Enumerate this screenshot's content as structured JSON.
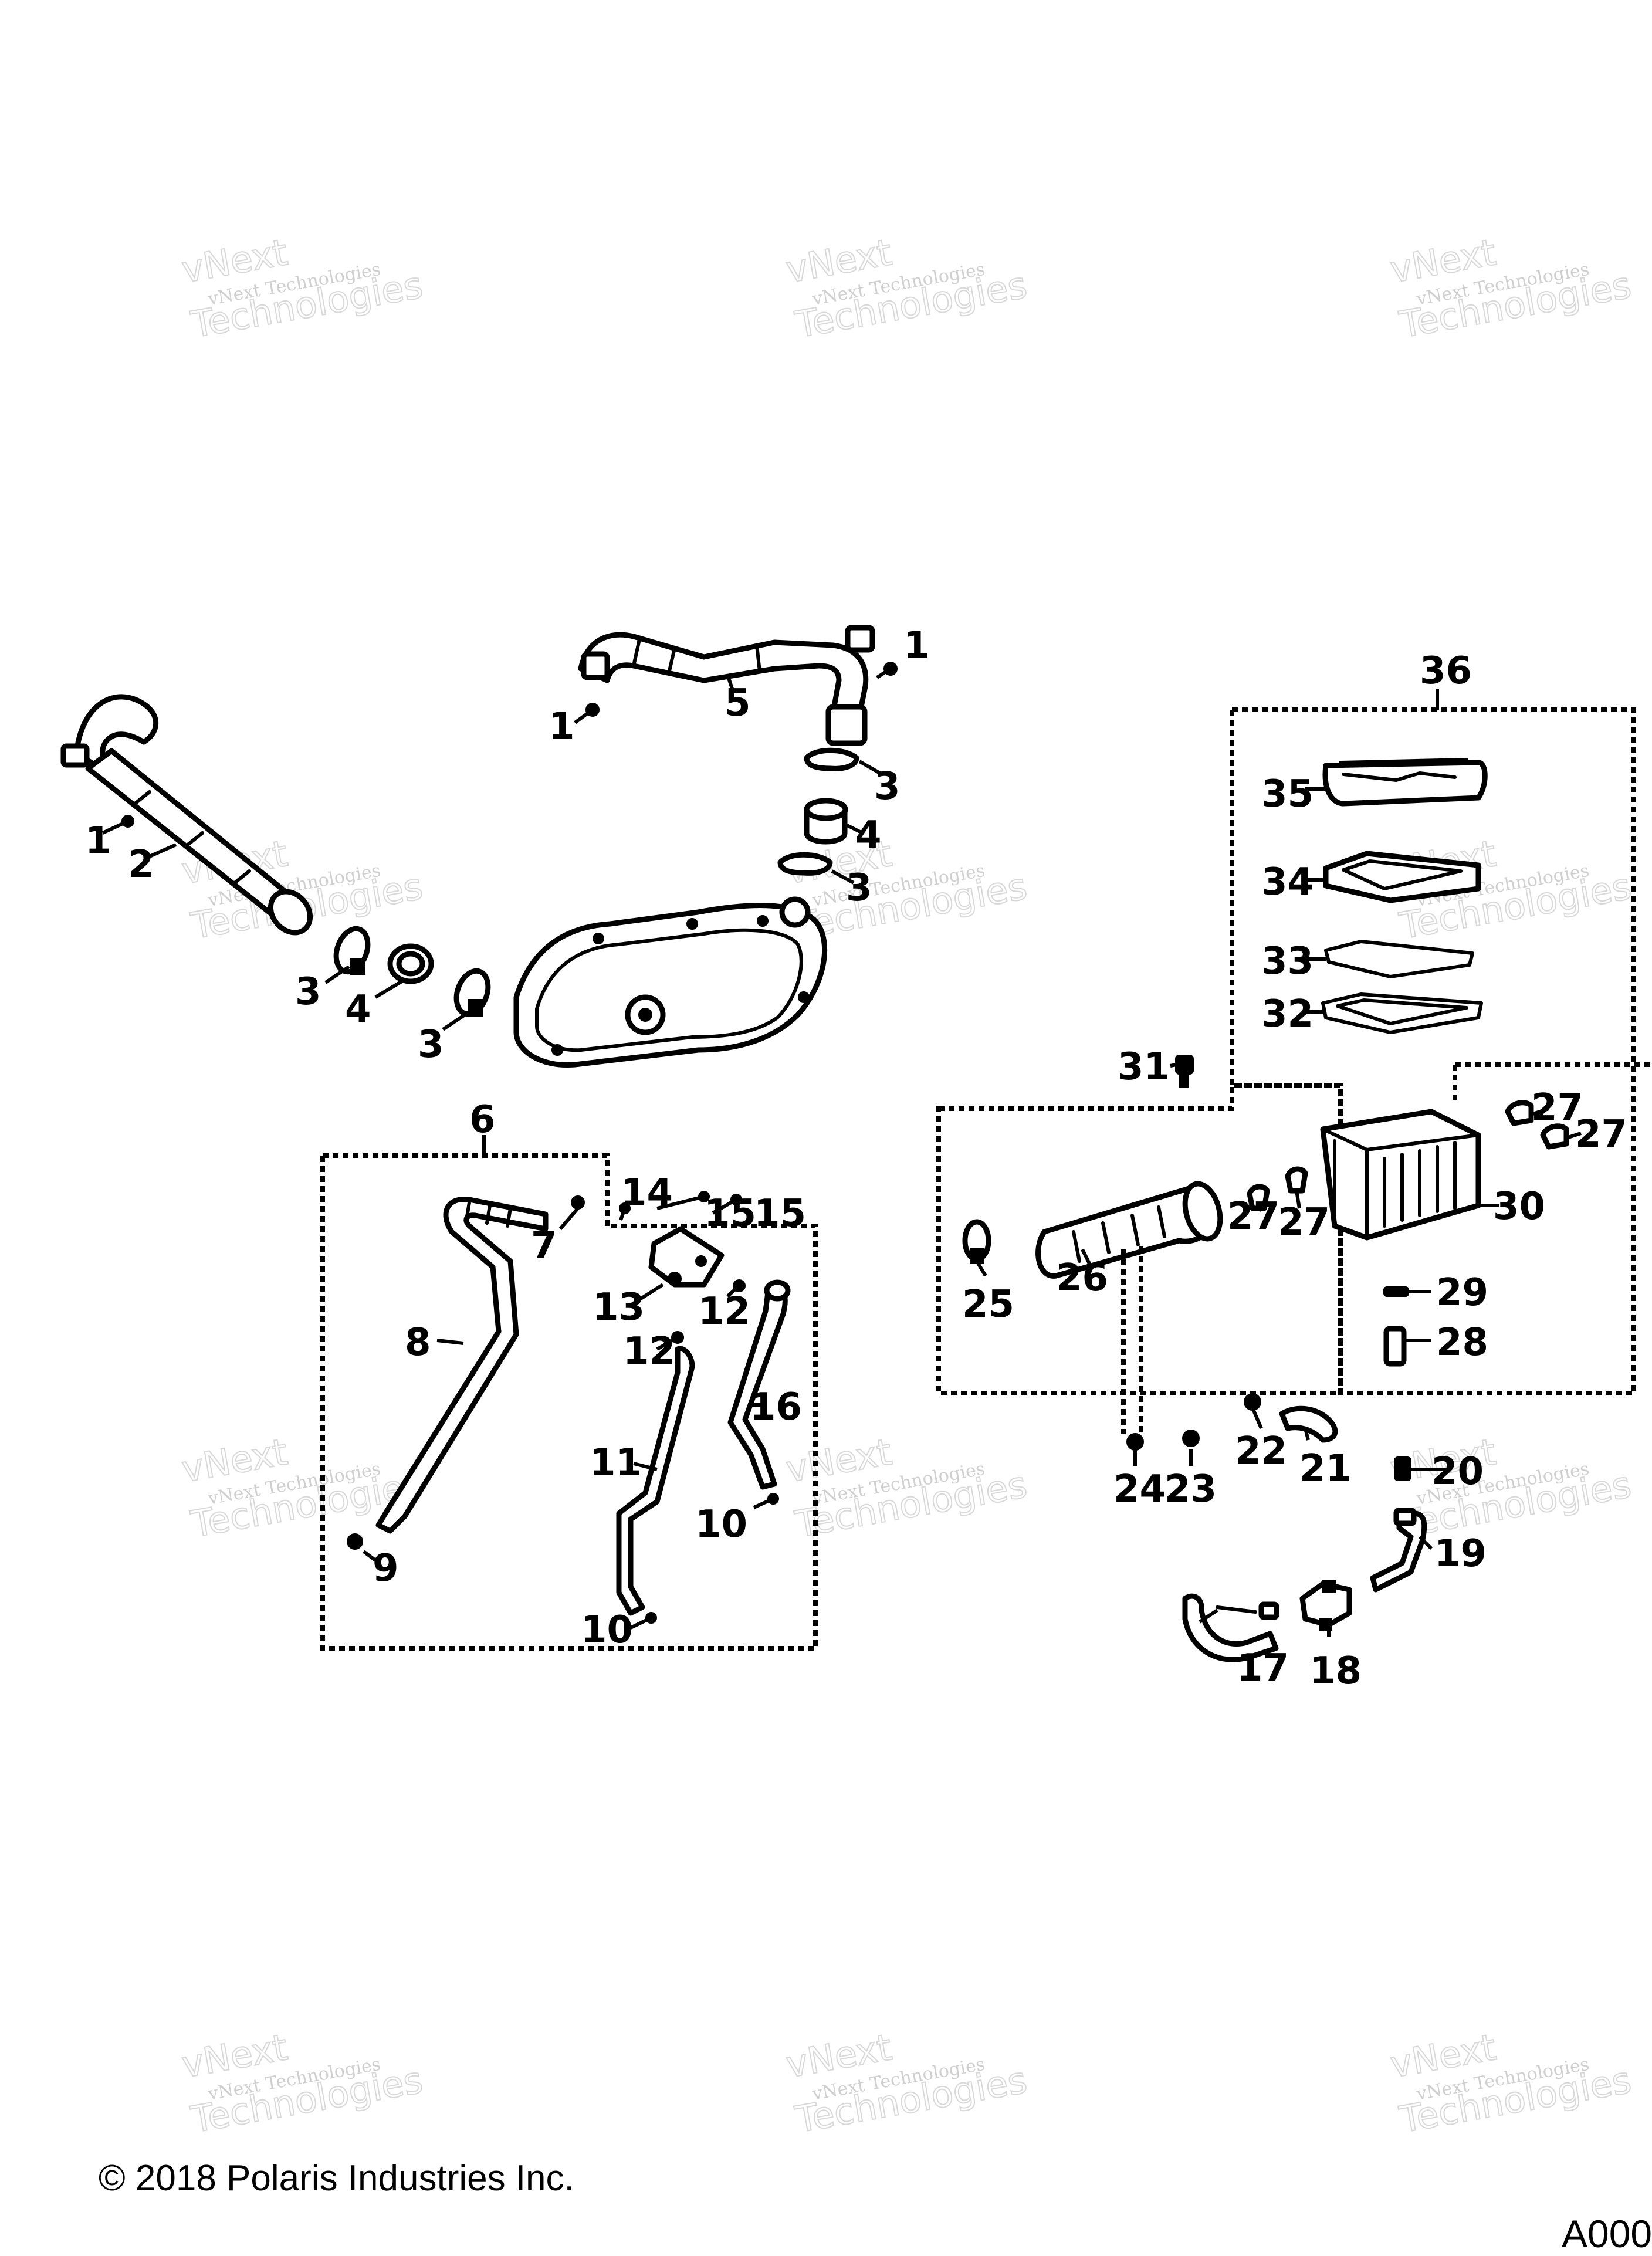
{
  "watermark": {
    "line1": "vNext Technologies",
    "line2": "vNext",
    "line3": "Technologies"
  },
  "copyright": "© 2018 Polaris Industries Inc.",
  "diagram_code": "A000",
  "callouts": {
    "c1a": "1",
    "c1b": "1",
    "c1c": "1",
    "c2": "2",
    "c3a": "3",
    "c3b": "3",
    "c3c": "3",
    "c3d": "3",
    "c4a": "4",
    "c4b": "4",
    "c5": "5",
    "c6": "6",
    "c7": "7",
    "c8": "8",
    "c9": "9",
    "c10a": "10",
    "c10b": "10",
    "c11": "11",
    "c12a": "12",
    "c12b": "12",
    "c13": "13",
    "c14": "14",
    "c15a": "15",
    "c15b": "15",
    "c16": "16",
    "c17": "17",
    "c18": "18",
    "c19": "19",
    "c20": "20",
    "c21": "21",
    "c22": "22",
    "c23": "23",
    "c24": "24",
    "c25": "25",
    "c26": "26",
    "c27a": "27",
    "c27b": "27",
    "c27c": "27",
    "c27d": "27",
    "c28": "28",
    "c29": "29",
    "c30": "30",
    "c31": "31",
    "c32": "32",
    "c33": "33",
    "c34": "34",
    "c35": "35",
    "c36": "36"
  }
}
